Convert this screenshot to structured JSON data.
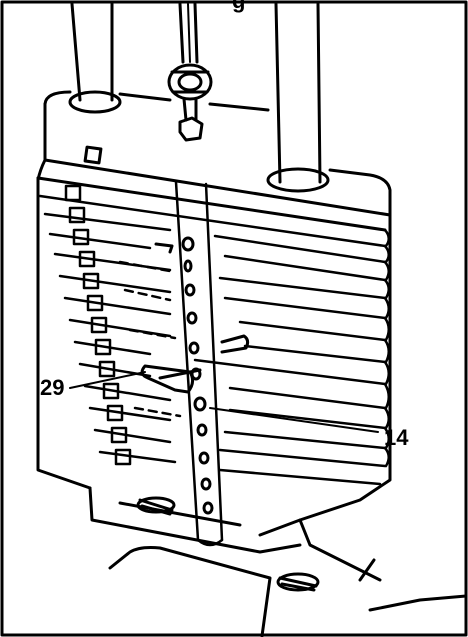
{
  "callouts": {
    "left_label": "29",
    "right_label": "14",
    "top_partial_text": "g"
  },
  "colors": {
    "ink": "#000000",
    "paper": "#ffffff"
  }
}
